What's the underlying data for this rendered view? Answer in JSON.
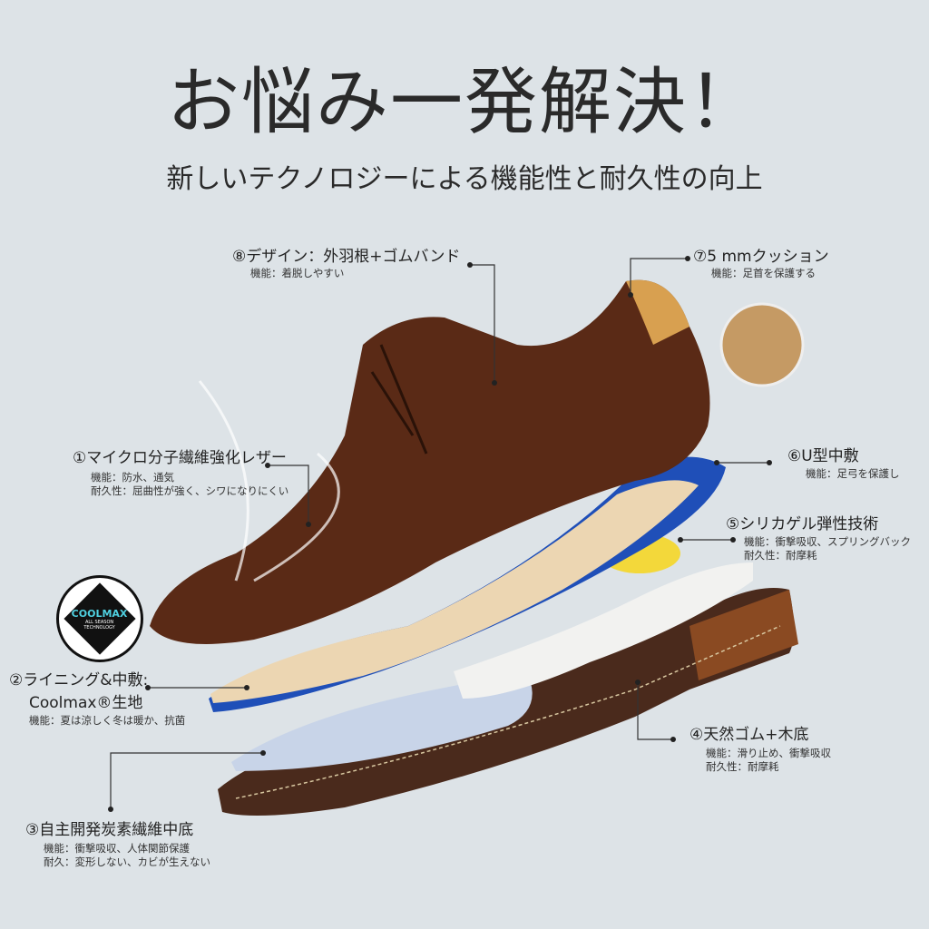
{
  "header": {
    "title": "お悩み一発解決！",
    "subtitle": "新しいテクノロジーによる機能性と耐久性の向上"
  },
  "badge": {
    "brand": "COOLMAX",
    "tagline1": "ALL SEASON",
    "tagline2": "TECHNOLOGY"
  },
  "callouts": [
    {
      "title": "①マイクロ分子繊維強化レザー",
      "lines": [
        "機能：防水、通気",
        "耐久性：屈曲性が強く、シワになりにくい"
      ]
    },
    {
      "title": "②ライニング&中敷:",
      "title2": "Coolmax®生地",
      "lines": [
        "機能：夏は涼しく冬は暖か、抗菌"
      ]
    },
    {
      "title": "③自主開発炭素繊維中底",
      "lines": [
        "機能：衝撃吸収、人体関節保護",
        "耐久：変形しない、カビが生えない"
      ]
    },
    {
      "title": "④天然ゴム+木底",
      "lines": [
        "機能：滑り止め、衝撃吸収",
        "耐久性：耐摩耗"
      ]
    },
    {
      "title": "⑤シリカゲル弾性技術",
      "lines": [
        "機能：衝撃吸収、スプリングバック",
        "耐久性：耐摩耗"
      ]
    },
    {
      "title": "⑥U型中敷",
      "lines": [
        "機能：足弓を保護し"
      ]
    },
    {
      "title": "⑦5 mmクッション",
      "lines": [
        "機能：足首を保護する"
      ]
    },
    {
      "title": "⑧デザイン：外羽根+ゴムバンド",
      "lines": [
        "機能：着脱しやすい"
      ]
    }
  ]
}
